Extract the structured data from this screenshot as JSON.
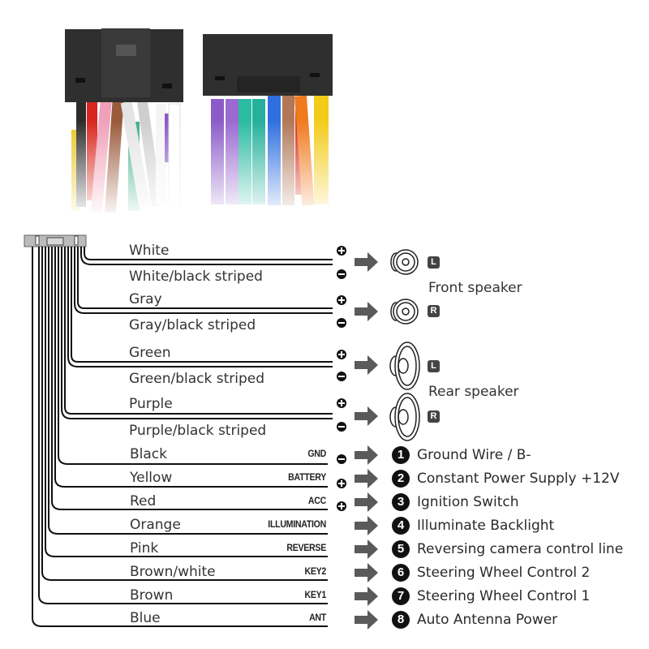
{
  "colors": {
    "line": "#111111",
    "arrow": "#5a5a5a",
    "badge": "#444444",
    "text": "#2a2a2a"
  },
  "photo": {
    "left_connector_wires": [
      "yellow",
      "black",
      "red",
      "pink",
      "brown",
      "green",
      "white",
      "gray",
      "white",
      "purple"
    ],
    "right_connector_wires": [
      "purple",
      "purple",
      "teal",
      "teal",
      "blue",
      "brown",
      "red",
      "orange",
      "yellow"
    ]
  },
  "speaker_wires": [
    {
      "positive": "White",
      "negative": "White/black striped",
      "speaker": "front",
      "side": "L"
    },
    {
      "positive": "Gray",
      "negative": "Gray/black striped",
      "speaker": "front",
      "side": "R"
    },
    {
      "positive": "Green",
      "negative": "Green/black striped",
      "speaker": "rear",
      "side": "L"
    },
    {
      "positive": "Purple",
      "negative": "Purple/black striped",
      "speaker": "rear",
      "side": "R"
    }
  ],
  "speaker_groups": {
    "front": "Front speaker",
    "rear": "Rear speaker"
  },
  "side_badges": {
    "left": "L",
    "right": "R"
  },
  "polarity": {
    "positive": "+",
    "negative": "−"
  },
  "function_wires": [
    {
      "color": "Black",
      "code": "GND",
      "polarity": "negative",
      "number": "1",
      "description": "Ground Wire / B-"
    },
    {
      "color": "Yellow",
      "code": "BATTERY",
      "polarity": "positive",
      "number": "2",
      "description": "Constant Power Supply +12V"
    },
    {
      "color": "Red",
      "code": "ACC",
      "polarity": "positive",
      "number": "3",
      "description": "Ignition Switch"
    },
    {
      "color": "Orange",
      "code": "ILLUMINATION",
      "polarity": "",
      "number": "4",
      "description": "Illuminate Backlight"
    },
    {
      "color": "Pink",
      "code": "REVERSE",
      "polarity": "",
      "number": "5",
      "description": "Reversing camera control line"
    },
    {
      "color": "Brown/white",
      "code": "KEY2",
      "polarity": "",
      "number": "6",
      "description": "Steering Wheel Control 2"
    },
    {
      "color": "Brown",
      "code": "KEY1",
      "polarity": "",
      "number": "7",
      "description": "Steering Wheel Control 1"
    },
    {
      "color": "Blue",
      "code": "ANT",
      "polarity": "",
      "number": "8",
      "description": "Auto  Antenna Power"
    }
  ]
}
